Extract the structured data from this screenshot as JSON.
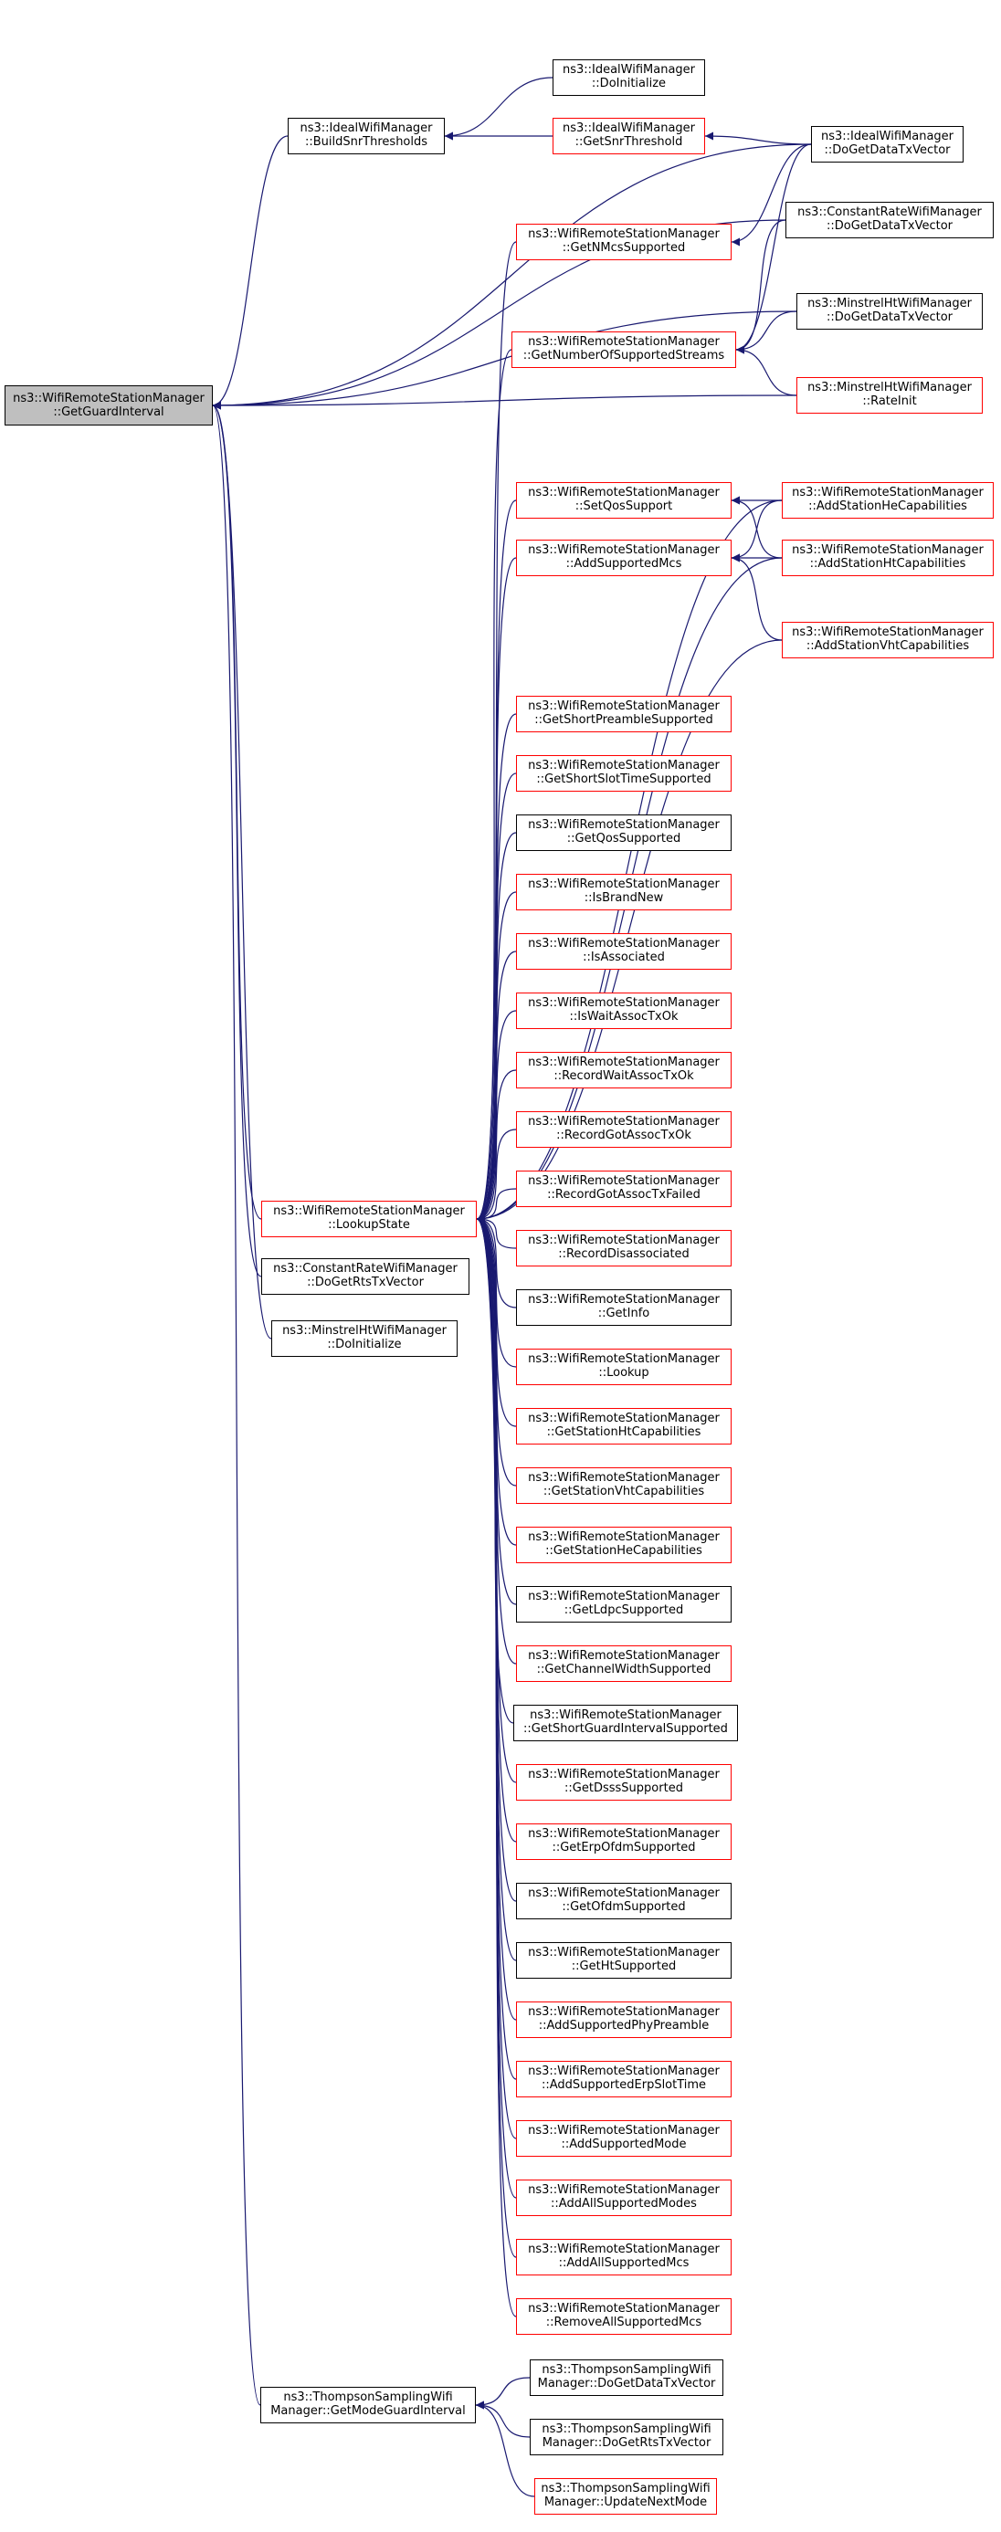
{
  "colors": {
    "edge": "#191970",
    "border_normal": "#000000",
    "border_red": "#ff0000",
    "root_fill": "#bfbfbf"
  },
  "nodes": [
    {
      "id": "root",
      "lines": [
        "ns3::WifiRemoteStationManager",
        "::GetGuardInterval"
      ],
      "red": false,
      "root": true
    },
    {
      "id": "build-snr",
      "lines": [
        "ns3::IdealWifiManager",
        "::BuildSnrThresholds"
      ],
      "red": false
    },
    {
      "id": "ideal-doinit",
      "lines": [
        "ns3::IdealWifiManager",
        "::DoInitialize"
      ],
      "red": false
    },
    {
      "id": "ideal-getsnr",
      "lines": [
        "ns3::IdealWifiManager",
        "::GetSnrThreshold"
      ],
      "red": true
    },
    {
      "id": "ideal-dogetdata",
      "lines": [
        "ns3::IdealWifiManager",
        "::DoGetDataTxVector"
      ],
      "red": false
    },
    {
      "id": "crw-dogetdata",
      "lines": [
        "ns3::ConstantRateWifiManager",
        "::DoGetDataTxVector"
      ],
      "red": false
    },
    {
      "id": "getnmcs",
      "lines": [
        "ns3::WifiRemoteStationManager",
        "::GetNMcsSupported"
      ],
      "red": true
    },
    {
      "id": "minstrel-dogetdata",
      "lines": [
        "ns3::MinstrelHtWifiManager",
        "::DoGetDataTxVector"
      ],
      "red": false
    },
    {
      "id": "getnumstreams",
      "lines": [
        "ns3::WifiRemoteStationManager",
        "::GetNumberOfSupportedStreams"
      ],
      "red": true
    },
    {
      "id": "minstrel-rateinit",
      "lines": [
        "ns3::MinstrelHtWifiManager",
        "::RateInit"
      ],
      "red": true
    },
    {
      "id": "setqos",
      "lines": [
        "ns3::WifiRemoteStationManager",
        "::SetQosSupport"
      ],
      "red": true
    },
    {
      "id": "addhe",
      "lines": [
        "ns3::WifiRemoteStationManager",
        "::AddStationHeCapabilities"
      ],
      "red": true
    },
    {
      "id": "addmcs",
      "lines": [
        "ns3::WifiRemoteStationManager",
        "::AddSupportedMcs"
      ],
      "red": true
    },
    {
      "id": "addht",
      "lines": [
        "ns3::WifiRemoteStationManager",
        "::AddStationHtCapabilities"
      ],
      "red": true
    },
    {
      "id": "addvht",
      "lines": [
        "ns3::WifiRemoteStationManager",
        "::AddStationVhtCapabilities"
      ],
      "red": true
    },
    {
      "id": "shortpreamble",
      "lines": [
        "ns3::WifiRemoteStationManager",
        "::GetShortPreambleSupported"
      ],
      "red": true
    },
    {
      "id": "shortslot",
      "lines": [
        "ns3::WifiRemoteStationManager",
        "::GetShortSlotTimeSupported"
      ],
      "red": true
    },
    {
      "id": "getqos",
      "lines": [
        "ns3::WifiRemoteStationManager",
        "::GetQosSupported"
      ],
      "red": false
    },
    {
      "id": "isbrandnew",
      "lines": [
        "ns3::WifiRemoteStationManager",
        "::IsBrandNew"
      ],
      "red": true
    },
    {
      "id": "isassociated",
      "lines": [
        "ns3::WifiRemoteStationManager",
        "::IsAssociated"
      ],
      "red": true
    },
    {
      "id": "iswaitassoc",
      "lines": [
        "ns3::WifiRemoteStationManager",
        "::IsWaitAssocTxOk"
      ],
      "red": true
    },
    {
      "id": "recordwait",
      "lines": [
        "ns3::WifiRemoteStationManager",
        "::RecordWaitAssocTxOk"
      ],
      "red": true
    },
    {
      "id": "recordgot",
      "lines": [
        "ns3::WifiRemoteStationManager",
        "::RecordGotAssocTxOk"
      ],
      "red": true
    },
    {
      "id": "lookupstate",
      "lines": [
        "ns3::WifiRemoteStationManager",
        "::LookupState"
      ],
      "red": true
    },
    {
      "id": "recordgotfailed",
      "lines": [
        "ns3::WifiRemoteStationManager",
        "::RecordGotAssocTxFailed"
      ],
      "red": true
    },
    {
      "id": "crw-dogetrts",
      "lines": [
        "ns3::ConstantRateWifiManager",
        "::DoGetRtsTxVector"
      ],
      "red": false
    },
    {
      "id": "recorddisassoc",
      "lines": [
        "ns3::WifiRemoteStationManager",
        "::RecordDisassociated"
      ],
      "red": true
    },
    {
      "id": "minstrel-doinit",
      "lines": [
        "ns3::MinstrelHtWifiManager",
        "::DoInitialize"
      ],
      "red": false
    },
    {
      "id": "getinfo",
      "lines": [
        "ns3::WifiRemoteStationManager",
        "::GetInfo"
      ],
      "red": false
    },
    {
      "id": "lookup",
      "lines": [
        "ns3::WifiRemoteStationManager",
        "::Lookup"
      ],
      "red": true
    },
    {
      "id": "getstaht",
      "lines": [
        "ns3::WifiRemoteStationManager",
        "::GetStationHtCapabilities"
      ],
      "red": true
    },
    {
      "id": "getstavht",
      "lines": [
        "ns3::WifiRemoteStationManager",
        "::GetStationVhtCapabilities"
      ],
      "red": true
    },
    {
      "id": "getstahe",
      "lines": [
        "ns3::WifiRemoteStationManager",
        "::GetStationHeCapabilities"
      ],
      "red": true
    },
    {
      "id": "getldpc",
      "lines": [
        "ns3::WifiRemoteStationManager",
        "::GetLdpcSupported"
      ],
      "red": false
    },
    {
      "id": "getchwidth",
      "lines": [
        "ns3::WifiRemoteStationManager",
        "::GetChannelWidthSupported"
      ],
      "red": true
    },
    {
      "id": "getshortgi",
      "lines": [
        "ns3::WifiRemoteStationManager",
        "::GetShortGuardIntervalSupported"
      ],
      "red": false
    },
    {
      "id": "getdsss",
      "lines": [
        "ns3::WifiRemoteStationManager",
        "::GetDsssSupported"
      ],
      "red": true
    },
    {
      "id": "geterpofdm",
      "lines": [
        "ns3::WifiRemoteStationManager",
        "::GetErpOfdmSupported"
      ],
      "red": true
    },
    {
      "id": "getofdm",
      "lines": [
        "ns3::WifiRemoteStationManager",
        "::GetOfdmSupported"
      ],
      "red": false
    },
    {
      "id": "getht",
      "lines": [
        "ns3::WifiRemoteStationManager",
        "::GetHtSupported"
      ],
      "red": false
    },
    {
      "id": "addphypreamble",
      "lines": [
        "ns3::WifiRemoteStationManager",
        "::AddSupportedPhyPreamble"
      ],
      "red": true
    },
    {
      "id": "adderpslot",
      "lines": [
        "ns3::WifiRemoteStationManager",
        "::AddSupportedErpSlotTime"
      ],
      "red": true
    },
    {
      "id": "addmode",
      "lines": [
        "ns3::WifiRemoteStationManager",
        "::AddSupportedMode"
      ],
      "red": true
    },
    {
      "id": "addallmodes",
      "lines": [
        "ns3::WifiRemoteStationManager",
        "::AddAllSupportedModes"
      ],
      "red": true
    },
    {
      "id": "addallmcs",
      "lines": [
        "ns3::WifiRemoteStationManager",
        "::AddAllSupportedMcs"
      ],
      "red": true
    },
    {
      "id": "removeallmcs",
      "lines": [
        "ns3::WifiRemoteStationManager",
        "::RemoveAllSupportedMcs"
      ],
      "red": true
    },
    {
      "id": "ts-getmodegi",
      "lines": [
        "ns3::ThompsonSamplingWifi",
        "Manager::GetModeGuardInterval"
      ],
      "red": false
    },
    {
      "id": "ts-dogetdata",
      "lines": [
        "ns3::ThompsonSamplingWifi",
        "Manager::DoGetDataTxVector"
      ],
      "red": false
    },
    {
      "id": "ts-dogetrts",
      "lines": [
        "ns3::ThompsonSamplingWifi",
        "Manager::DoGetRtsTxVector"
      ],
      "red": false
    },
    {
      "id": "ts-updatenext",
      "lines": [
        "ns3::ThompsonSamplingWifi",
        "Manager::UpdateNextMode"
      ],
      "red": true
    }
  ],
  "edges": [
    [
      "build-snr",
      "root"
    ],
    [
      "ideal-dogetdata",
      "root"
    ],
    [
      "crw-dogetdata",
      "root"
    ],
    [
      "minstrel-dogetdata",
      "root"
    ],
    [
      "minstrel-rateinit",
      "root"
    ],
    [
      "lookupstate",
      "root"
    ],
    [
      "crw-dogetrts",
      "root"
    ],
    [
      "minstrel-doinit",
      "root"
    ],
    [
      "ts-getmodegi",
      "root"
    ],
    [
      "ideal-doinit",
      "build-snr"
    ],
    [
      "ideal-getsnr",
      "build-snr"
    ],
    [
      "ideal-dogetdata",
      "ideal-getsnr"
    ],
    [
      "ideal-dogetdata",
      "getnmcs"
    ],
    [
      "ideal-dogetdata",
      "getnumstreams"
    ],
    [
      "crw-dogetdata",
      "getnumstreams"
    ],
    [
      "minstrel-dogetdata",
      "getnumstreams"
    ],
    [
      "minstrel-rateinit",
      "getnumstreams"
    ],
    [
      "addhe",
      "setqos"
    ],
    [
      "addht",
      "setqos"
    ],
    [
      "addhe",
      "addmcs"
    ],
    [
      "addht",
      "addmcs"
    ],
    [
      "addvht",
      "addmcs"
    ],
    [
      "getnmcs",
      "lookupstate"
    ],
    [
      "getnumstreams",
      "lookupstate"
    ],
    [
      "addhe",
      "lookupstate"
    ],
    [
      "setqos",
      "lookupstate"
    ],
    [
      "addmcs",
      "lookupstate"
    ],
    [
      "addht",
      "lookupstate"
    ],
    [
      "addvht",
      "lookupstate"
    ],
    [
      "shortpreamble",
      "lookupstate"
    ],
    [
      "shortslot",
      "lookupstate"
    ],
    [
      "getqos",
      "lookupstate"
    ],
    [
      "isbrandnew",
      "lookupstate"
    ],
    [
      "isassociated",
      "lookupstate"
    ],
    [
      "iswaitassoc",
      "lookupstate"
    ],
    [
      "recordwait",
      "lookupstate"
    ],
    [
      "recordgot",
      "lookupstate"
    ],
    [
      "recordgotfailed",
      "lookupstate"
    ],
    [
      "recorddisassoc",
      "lookupstate"
    ],
    [
      "getinfo",
      "lookupstate"
    ],
    [
      "lookup",
      "lookupstate"
    ],
    [
      "getstaht",
      "lookupstate"
    ],
    [
      "getstavht",
      "lookupstate"
    ],
    [
      "getstahe",
      "lookupstate"
    ],
    [
      "getldpc",
      "lookupstate"
    ],
    [
      "getchwidth",
      "lookupstate"
    ],
    [
      "getshortgi",
      "lookupstate"
    ],
    [
      "getdsss",
      "lookupstate"
    ],
    [
      "geterpofdm",
      "lookupstate"
    ],
    [
      "getofdm",
      "lookupstate"
    ],
    [
      "getht",
      "lookupstate"
    ],
    [
      "addphypreamble",
      "lookupstate"
    ],
    [
      "adderpslot",
      "lookupstate"
    ],
    [
      "addmode",
      "lookupstate"
    ],
    [
      "addallmodes",
      "lookupstate"
    ],
    [
      "addallmcs",
      "lookupstate"
    ],
    [
      "removeallmcs",
      "lookupstate"
    ],
    [
      "ts-dogetdata",
      "ts-getmodegi"
    ],
    [
      "ts-dogetrts",
      "ts-getmodegi"
    ],
    [
      "ts-updatenext",
      "ts-getmodegi"
    ]
  ]
}
